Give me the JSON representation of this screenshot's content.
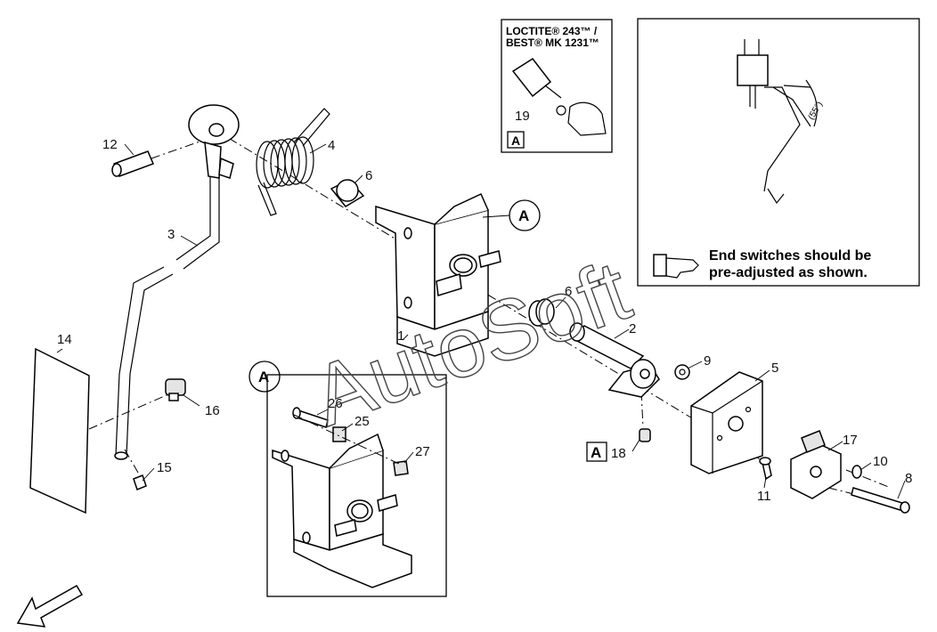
{
  "loctite_label_line1": "LOCTITE® 243™ /",
  "loctite_label_line2": "BEST® MK 1231™",
  "detail_callout": "A",
  "end_switch_note_line1": "End switches should be",
  "end_switch_note_line2": "pre-adjusted as shown.",
  "angle_label": "(55°)",
  "watermark": "AutoSoft",
  "part_labels": {
    "p1": "1",
    "p2": "2",
    "p3": "3",
    "p4": "4",
    "p5": "5",
    "p6a": "6",
    "p6b": "6",
    "p8": "8",
    "p9": "9",
    "p10": "10",
    "p11": "11",
    "p12": "12",
    "p14": "14",
    "p15": "15",
    "p16": "16",
    "p17": "17",
    "p18": "18",
    "p19": "19",
    "p25": "25",
    "p26": "26",
    "p27": "27"
  },
  "colors": {
    "line": "#000000",
    "fill_gray": "#e4e4e4"
  }
}
